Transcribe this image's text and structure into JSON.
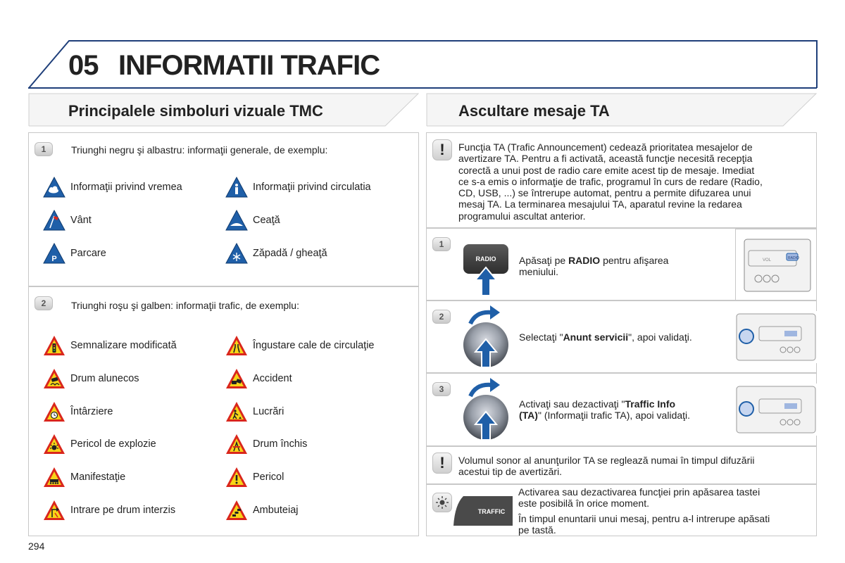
{
  "chapter": {
    "number": "05",
    "title": "INFORMATII TRAFIC"
  },
  "left": {
    "heading": "Principalele simboluri vizuale TMC",
    "box1": {
      "step": "1",
      "intro": "Triunghi negru şi albastru: informaţii generale, de exemplu:",
      "items": [
        {
          "label": "Informaţii privind vremea",
          "icon": "weather-icon"
        },
        {
          "label": "Informaţii privind circulatia",
          "icon": "info-icon"
        },
        {
          "label": "Vânt",
          "icon": "wind-icon"
        },
        {
          "label": "Ceaţă",
          "icon": "fog-icon"
        },
        {
          "label": "Parcare",
          "icon": "parking-icon"
        },
        {
          "label": "Zăpadă / gheaţă",
          "icon": "snowflake-icon"
        }
      ]
    },
    "box2": {
      "step": "2",
      "intro": "Triunghi roşu şi galben: informaţii trafic, de exemplu:",
      "items": [
        {
          "label": "Semnalizare modificată",
          "icon": "traffic-light-icon"
        },
        {
          "label": "Îngustare cale de circulaţie",
          "icon": "road-narrows-icon"
        },
        {
          "label": "Drum alunecos",
          "icon": "slippery-road-icon"
        },
        {
          "label": "Accident",
          "icon": "accident-icon"
        },
        {
          "label": "Întârziere",
          "icon": "clock-icon"
        },
        {
          "label": "Lucrări",
          "icon": "roadworks-icon"
        },
        {
          "label": "Pericol de explozie",
          "icon": "explosion-icon"
        },
        {
          "label": "Drum închis",
          "icon": "road-closed-icon"
        },
        {
          "label": "Manifestaţie",
          "icon": "crowd-icon"
        },
        {
          "label": "Pericol",
          "icon": "exclamation-icon"
        },
        {
          "label": "Intrare pe drum interzis",
          "icon": "no-entry-icon"
        },
        {
          "label": "Ambuteiaj",
          "icon": "traffic-jam-icon"
        }
      ]
    }
  },
  "right": {
    "heading": "Ascultare mesaje TA",
    "note1": {
      "badge": "!",
      "lines": [
        "Funcţia TA (Trafic Announcement) cedează prioritatea mesajelor de",
        "avertizare TA. Pentru a fi activată, această funcţie necesită recepţia",
        "corectă a unui post de radio care emite acest tip de mesaje. Imediat",
        "ce s-a emis o informaţie de trafic, programul în curs de redare (Radio,",
        "CD, USB, ...) se întrerupe automat, pentru a permite difuzarea unui",
        "mesaj TA. La terminarea mesajului TA, aparatul revine la redarea",
        "programului ascultat anterior."
      ]
    },
    "steps": [
      {
        "step": "1",
        "key_label": "RADIO",
        "pre": "Apăsaţi pe ",
        "bold": "RADIO",
        "post": " pentru afişarea",
        "line2": "meniului."
      },
      {
        "step": "2",
        "pre": "Selectaţi \"",
        "bold": "Anunt servicii",
        "post": "\", apoi validaţi."
      },
      {
        "step": "3",
        "pre": "Activaţi sau dezactivaţi \"",
        "bold": "Traffic Info",
        "bold2": "(TA)",
        "post2": "\" (Informaţii trafic TA), apoi validaţi."
      }
    ],
    "note2": {
      "badge": "!",
      "lines": [
        "Volumul sonor al anunţurilor TA se reglează numai în timpul difuzării",
        "acestui tip de avertizări."
      ]
    },
    "tip": {
      "key_label": "TRAFFIC",
      "lines": [
        "Activarea sau dezactivarea funcţiei prin apăsarea tastei",
        "este posibilă în orice moment."
      ],
      "lines2": [
        "În timpul enuntarii unui mesaj, pentru a-l intrerupe apăsati",
        "pe tastă."
      ]
    },
    "illustration_labels": {
      "vol": "VOL",
      "radio": "RADIO"
    }
  },
  "page": {
    "number": "294"
  },
  "colors": {
    "blue_triangle": "#1f5fa8",
    "red_triangle": "#d9261c",
    "yellow_fill": "#f7d417",
    "frame": "#c8c8c8",
    "header_line": "#1f3f7a"
  }
}
